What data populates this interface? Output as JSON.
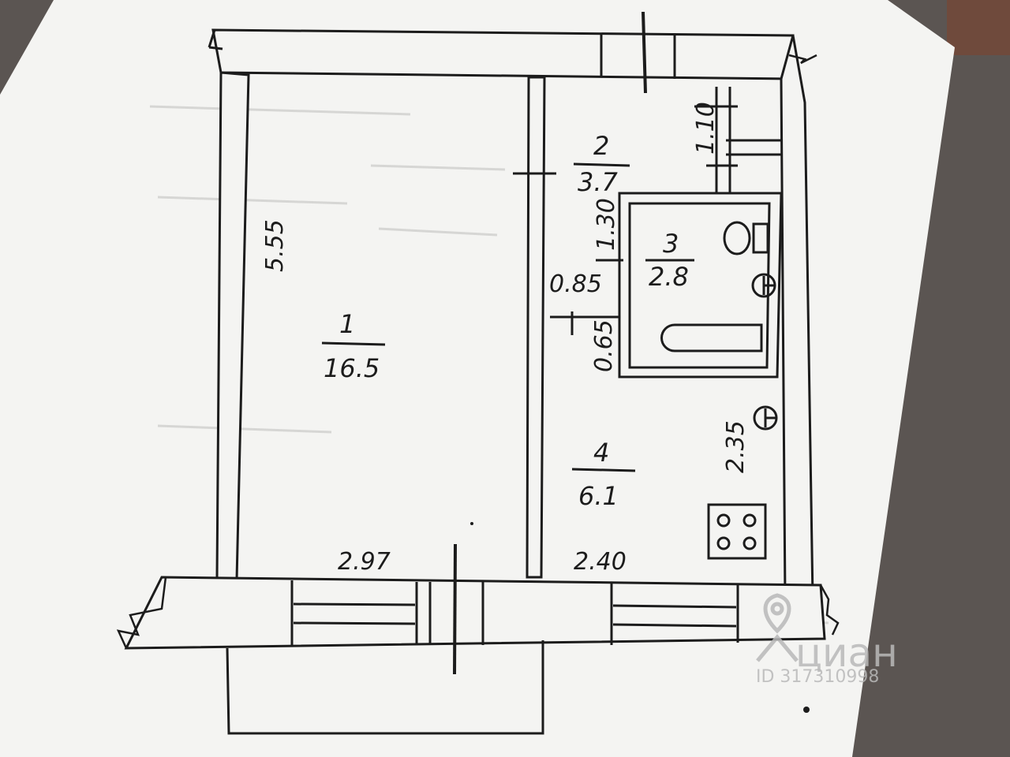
{
  "plan": {
    "rooms": [
      {
        "number": "1",
        "area": "16.5"
      },
      {
        "number": "2",
        "area": "3.7"
      },
      {
        "number": "3",
        "area": "2.8"
      },
      {
        "number": "4",
        "area": "6.1"
      }
    ],
    "dimensions": {
      "room1_length": "5.55",
      "room1_width": "2.97",
      "room4_width": "2.40",
      "room4_length": "2.35",
      "hall_1": "1.10",
      "hall_2": "1.30",
      "hall_3": "0.85",
      "hall_4": "0.65"
    }
  },
  "watermark": {
    "brand": "циан",
    "id_text": "ID 317310998"
  },
  "colors": {
    "paper": "#f4f4f2",
    "ink": "#1c1c1c",
    "background": "#5b5552"
  }
}
